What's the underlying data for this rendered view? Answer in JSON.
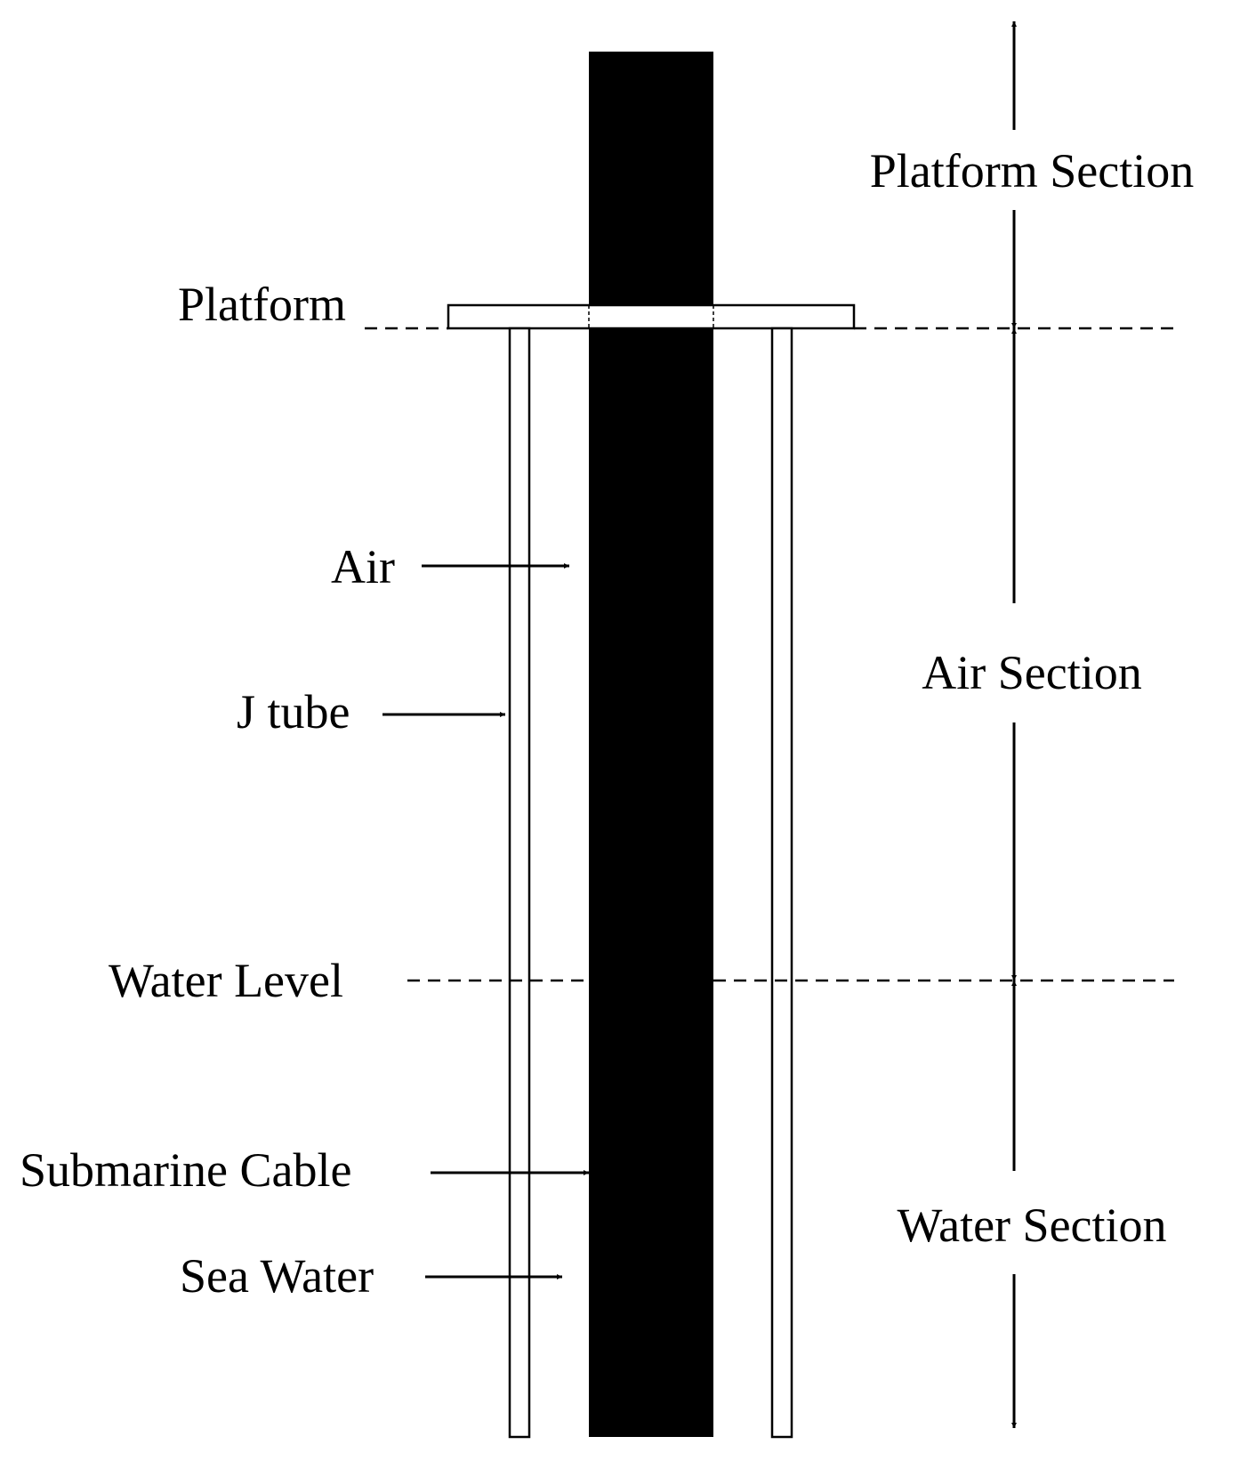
{
  "labels": {
    "platform": "Platform",
    "air": "Air",
    "j_tube": "J tube",
    "water_level": "Water Level",
    "submarine_cable": "Submarine Cable",
    "sea_water": "Sea Water"
  },
  "sections": {
    "platform": "Platform Section",
    "air": "Air Section",
    "water": "Water Section"
  },
  "colors": {
    "cable": "#000000",
    "line": "#000000",
    "background": "#ffffff"
  }
}
